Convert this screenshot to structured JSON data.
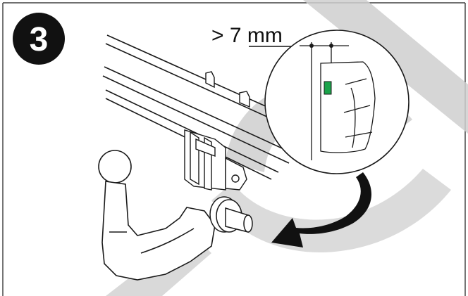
{
  "step": {
    "number": "3"
  },
  "measurement": {
    "label": "> 7 mm"
  },
  "colors": {
    "badge_fill": "#111111",
    "badge_text": "#ffffff",
    "line": "#1a1a1a",
    "watermark": "#cfcfcf",
    "indicator_green": "#1aa34a",
    "arrow": "#111111"
  },
  "icons": {
    "step_badge": "circle-number-badge",
    "rotation_arrow": "curved-arrow-icon",
    "indicator": "green-indicator-icon"
  }
}
